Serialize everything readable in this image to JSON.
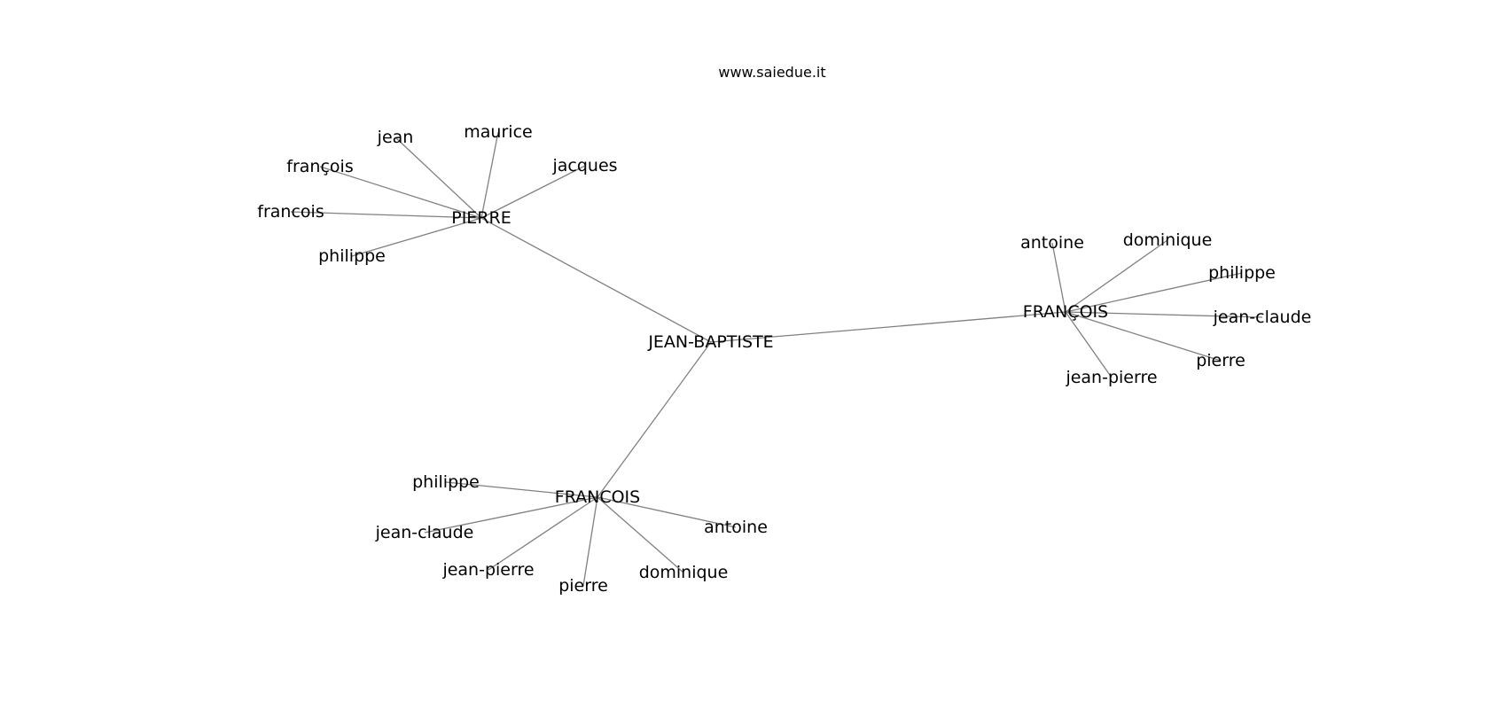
{
  "header": {
    "title": "www.saiedue.it"
  },
  "graph": {
    "root": "JEAN-BAPTISTE",
    "hubs": [
      {
        "label": "PIERRE",
        "children": [
          "jean",
          "maurice",
          "jacques",
          "françois",
          "francois",
          "philippe"
        ]
      },
      {
        "label": "FRANÇOIS",
        "children": [
          "antoine",
          "dominique",
          "philippe",
          "jean-claude",
          "pierre",
          "jean-pierre"
        ]
      },
      {
        "label": "FRANCOIS",
        "children": [
          "philippe",
          "jean-claude",
          "jean-pierre",
          "pierre",
          "dominique",
          "antoine"
        ]
      }
    ]
  }
}
